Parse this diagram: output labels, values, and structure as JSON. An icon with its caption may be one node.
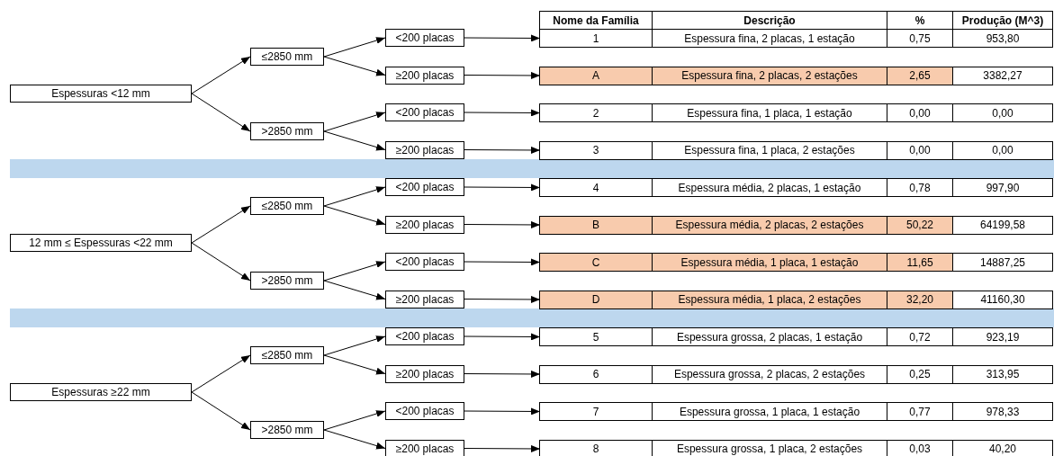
{
  "diagram": {
    "nodes": [
      {
        "text": [
          "Espessuras <12 mm"
        ]
      },
      {
        "text": [
          "12 mm ≤ Espessuras <22 mm"
        ]
      },
      {
        "text": [
          "Espessuras ≥22 mm"
        ]
      },
      {
        "text": [
          "≤2850 mm"
        ]
      },
      {
        "text": [
          ">2850 mm"
        ]
      },
      {
        "text": [
          "≤2850 mm"
        ]
      },
      {
        "text": [
          ">2850 mm"
        ]
      },
      {
        "text": [
          "≤2850 mm"
        ]
      },
      {
        "text": [
          ">2850 mm"
        ]
      },
      {
        "text": [
          "<200 placas"
        ]
      },
      {
        "text": [
          "≥200 placas"
        ]
      },
      {
        "text": [
          "<200 placas"
        ]
      },
      {
        "text": [
          "≥200 placas"
        ]
      },
      {
        "text": [
          "<200 placas"
        ]
      },
      {
        "text": [
          "≥200 placas"
        ]
      },
      {
        "text": [
          "<200 placas"
        ]
      },
      {
        "text": [
          "≥200 placas"
        ]
      },
      {
        "text": [
          "<200 placas"
        ]
      },
      {
        "text": [
          "≥200 placas"
        ]
      },
      {
        "text": [
          "<200 placas"
        ]
      },
      {
        "text": [
          "≥200 placas"
        ]
      },
      {
        "text": [
          "1",
          "Espessura fina, 2 placas, 1 estação",
          "0,75",
          "953,80"
        ]
      },
      {
        "text": [
          "A",
          "Espessura fina, 2 placas, 2 estações",
          "2,65",
          "3382,27"
        ]
      },
      {
        "text": [
          "2",
          "Espessura fina, 1 placa, 1 estação",
          "0,00",
          "0,00"
        ]
      },
      {
        "text": [
          "3",
          "Espessura fina, 1 placa, 2 estações",
          "0,00",
          "0,00"
        ]
      },
      {
        "text": [
          "4",
          "Espessura média, 2 placas, 1 estação",
          "0,78",
          "997,90"
        ]
      },
      {
        "text": [
          "B",
          "Espessura média, 2 placas, 2 estações",
          "50,22",
          "64199,58"
        ]
      },
      {
        "text": [
          "C",
          "Espessura média, 1 placa, 1 estação",
          "11,65",
          "14887,25"
        ]
      },
      {
        "text": [
          "D",
          "Espessura média, 1 placa, 2 estações",
          "32,20",
          "41160,30"
        ]
      },
      {
        "text": [
          "5",
          "Espessura grossa, 2 placas, 1 estação",
          "0,72",
          "923,19"
        ]
      },
      {
        "text": [
          "6",
          "Espessura grossa, 2 placas, 2 estações",
          "0,25",
          "313,95"
        ]
      },
      {
        "text": [
          "7",
          "Espessura grossa, 1 placa, 1 estação",
          "0,77",
          "978,33"
        ]
      },
      {
        "text": [
          "8",
          "Espessura grossa, 1 placa, 2 estações",
          "0,03",
          "40,20"
        ]
      },
      {
        "text": [],
        "shape": "bar"
      },
      {
        "text": [],
        "shape": "bar"
      },
      {
        "text": [
          "Nome da Família",
          "Descrição",
          "%",
          "Produção (M^3)"
        ]
      }
    ],
    "edges": [
      {
        "from": 0,
        "to": 3,
        "arrow": "to"
      },
      {
        "from": 0,
        "to": 4,
        "arrow": "to"
      },
      {
        "from": 1,
        "to": 5,
        "arrow": "to"
      },
      {
        "from": 1,
        "to": 6,
        "arrow": "to"
      },
      {
        "from": 2,
        "to": 7,
        "arrow": "to"
      },
      {
        "from": 2,
        "to": 8,
        "arrow": "to"
      },
      {
        "from": 3,
        "to": 9,
        "arrow": "to"
      },
      {
        "from": 3,
        "to": 10,
        "arrow": "to"
      },
      {
        "from": 4,
        "to": 11,
        "arrow": "to"
      },
      {
        "from": 4,
        "to": 12,
        "arrow": "to"
      },
      {
        "from": 5,
        "to": 13,
        "arrow": "to"
      },
      {
        "from": 5,
        "to": 14,
        "arrow": "to"
      },
      {
        "from": 6,
        "to": 15,
        "arrow": "to"
      },
      {
        "from": 6,
        "to": 16,
        "arrow": "to"
      },
      {
        "from": 7,
        "to": 17,
        "arrow": "to"
      },
      {
        "from": 7,
        "to": 18,
        "arrow": "to"
      },
      {
        "from": 8,
        "to": 19,
        "arrow": "to"
      },
      {
        "from": 8,
        "to": 20,
        "arrow": "to"
      },
      {
        "from": 9,
        "to": 21,
        "arrow": "to"
      },
      {
        "from": 10,
        "to": 22,
        "arrow": "to"
      },
      {
        "from": 11,
        "to": 23,
        "arrow": "to"
      },
      {
        "from": 12,
        "to": 24,
        "arrow": "to"
      },
      {
        "from": 13,
        "to": 25,
        "arrow": "to"
      },
      {
        "from": 14,
        "to": 26,
        "arrow": "to"
      },
      {
        "from": 15,
        "to": 27,
        "arrow": "to"
      },
      {
        "from": 16,
        "to": 28,
        "arrow": "to"
      },
      {
        "from": 17,
        "to": 29,
        "arrow": "to"
      },
      {
        "from": 18,
        "to": 30,
        "arrow": "to"
      },
      {
        "from": 19,
        "to": 31,
        "arrow": "to"
      },
      {
        "from": 20,
        "to": 32,
        "arrow": "to"
      }
    ]
  }
}
